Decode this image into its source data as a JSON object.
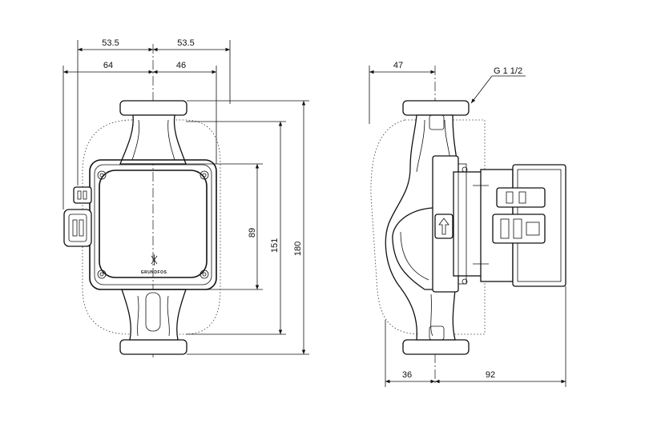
{
  "front_view": {
    "dims": {
      "top_left_half": "53.5",
      "top_right_half": "53.5",
      "connector_left": "64",
      "right_offset": "46",
      "height_89": "89",
      "height_151": "151",
      "height_180": "180"
    },
    "logo_text": "GRUNDFOS"
  },
  "side_view": {
    "dims": {
      "top_47": "47",
      "bottom_36": "36",
      "bottom_92": "92"
    },
    "thread_label": "G 1 1/2"
  }
}
